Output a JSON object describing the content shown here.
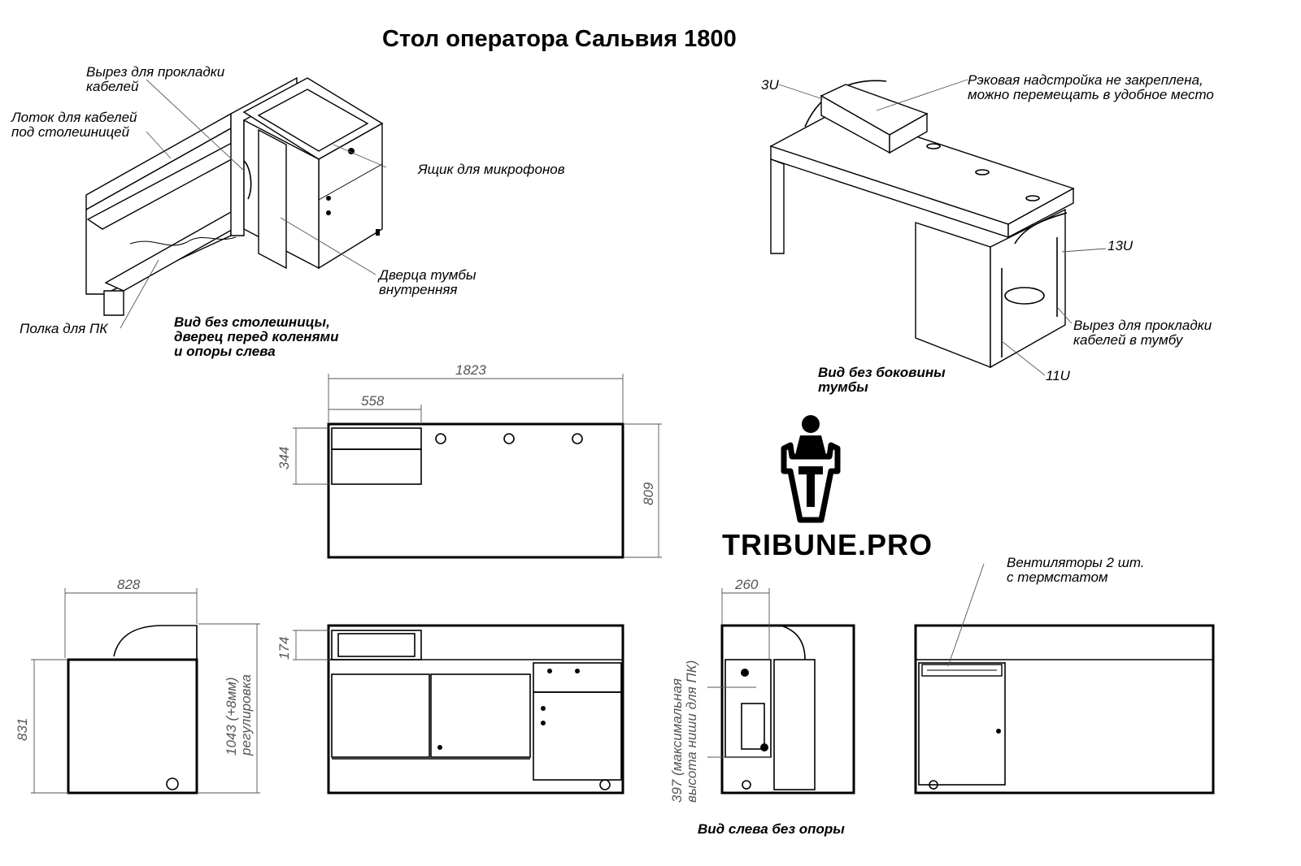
{
  "title": "Стол оператора Сальвия 1800",
  "brand": {
    "name": "TRIBUNE.PRO",
    "logo_icon": "tribune-podium-logo-icon"
  },
  "labels": {
    "cable_cutout": "Вырез для прокладки\nкабелей",
    "cable_tray": "Лоток для кабелей\nпод столешницей",
    "mic_drawer": "Ящик для микрофонов",
    "cabinet_door": "Дверца тумбы\nвнутренняя",
    "pc_shelf": "Полка для ПК",
    "rack_unit_3u": "3U",
    "rack_superstructure": "Рэковая надстройка не закреплена,\nможно перемещать в удобное место",
    "rack_unit_13u": "13U",
    "cabinet_cable_cutout": "Вырез для прокладки\nкабелей в тумбу",
    "rack_unit_11u": "11U",
    "fans": "Вентиляторы 2 шт.\nс термстатом"
  },
  "captions": {
    "view_no_top": "Вид без столешницы,\nдверец перед коленями\nи опоры слева",
    "view_no_side": "Вид без боковины\nтумбы",
    "view_left": "Вид слева без опоры"
  },
  "dimensions": {
    "total_width": "1823",
    "drawer_width": "558",
    "drawer_depth": "344",
    "depth": "809",
    "side_depth": "828",
    "height_top": "831",
    "height_total": "1043 (+8мм)\nрегулировка",
    "rack_height": "174",
    "niche_depth": "260",
    "niche_height": "397 (максимальная\nвысота ниши для ПК)"
  }
}
